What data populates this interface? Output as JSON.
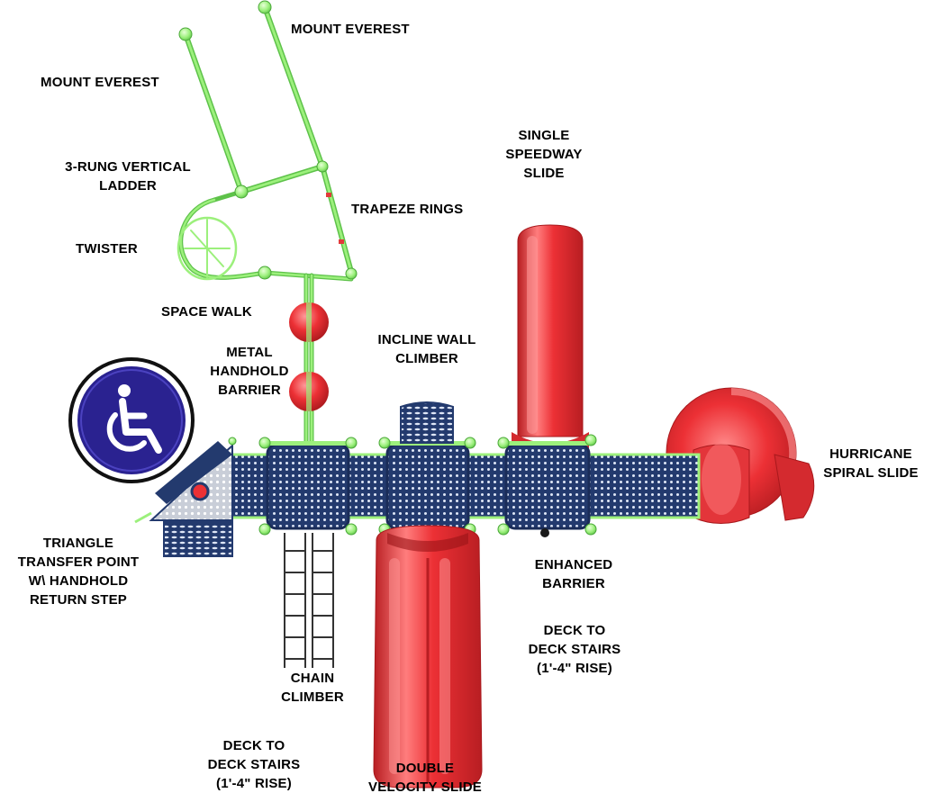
{
  "colors": {
    "frame": "#9cf07c",
    "frame_dark": "#5ec24a",
    "deck_navy": "#233a6e",
    "slide_red": "#ec3035",
    "slide_red_dark": "#b81e22",
    "slide_red_light": "#ff7d7d",
    "ada_purple": "#2a2290",
    "label_text": "#000000"
  },
  "icons": {
    "accessibility": "wheelchair-icon"
  },
  "labels": {
    "mount_everest_right": [
      "MOUNT EVEREST"
    ],
    "mount_everest_left": [
      "MOUNT EVEREST"
    ],
    "single_speedway_slide": [
      "SINGLE",
      "SPEEDWAY",
      "SLIDE"
    ],
    "three_rung_ladder": [
      "3-RUNG VERTICAL",
      "LADDER"
    ],
    "trapeze_rings": [
      "TRAPEZE RINGS"
    ],
    "twister": [
      "TWISTER"
    ],
    "space_walk": [
      "SPACE WALK"
    ],
    "metal_handhold_barrier": [
      "METAL",
      "HANDHOLD",
      "BARRIER"
    ],
    "incline_wall_climber": [
      "INCLINE WALL",
      "CLIMBER"
    ],
    "hurricane_spiral_slide": [
      "HURRICANE",
      "SPIRAL SLIDE"
    ],
    "triangle_transfer_point": [
      "TRIANGLE",
      "TRANSFER POINT",
      "W\\ HANDHOLD",
      "RETURN STEP"
    ],
    "enhanced_barrier": [
      "ENHANCED",
      "BARRIER"
    ],
    "deck_stairs_right": [
      "DECK TO",
      "DECK STAIRS",
      "(1'-4\" RISE)"
    ],
    "chain_climber": [
      "CHAIN",
      "CLIMBER"
    ],
    "deck_stairs_left": [
      "DECK TO",
      "DECK STAIRS",
      "(1'-4\" RISE)"
    ],
    "double_velocity_slide": [
      "DOUBLE",
      "VELOCITY SLIDE"
    ]
  }
}
